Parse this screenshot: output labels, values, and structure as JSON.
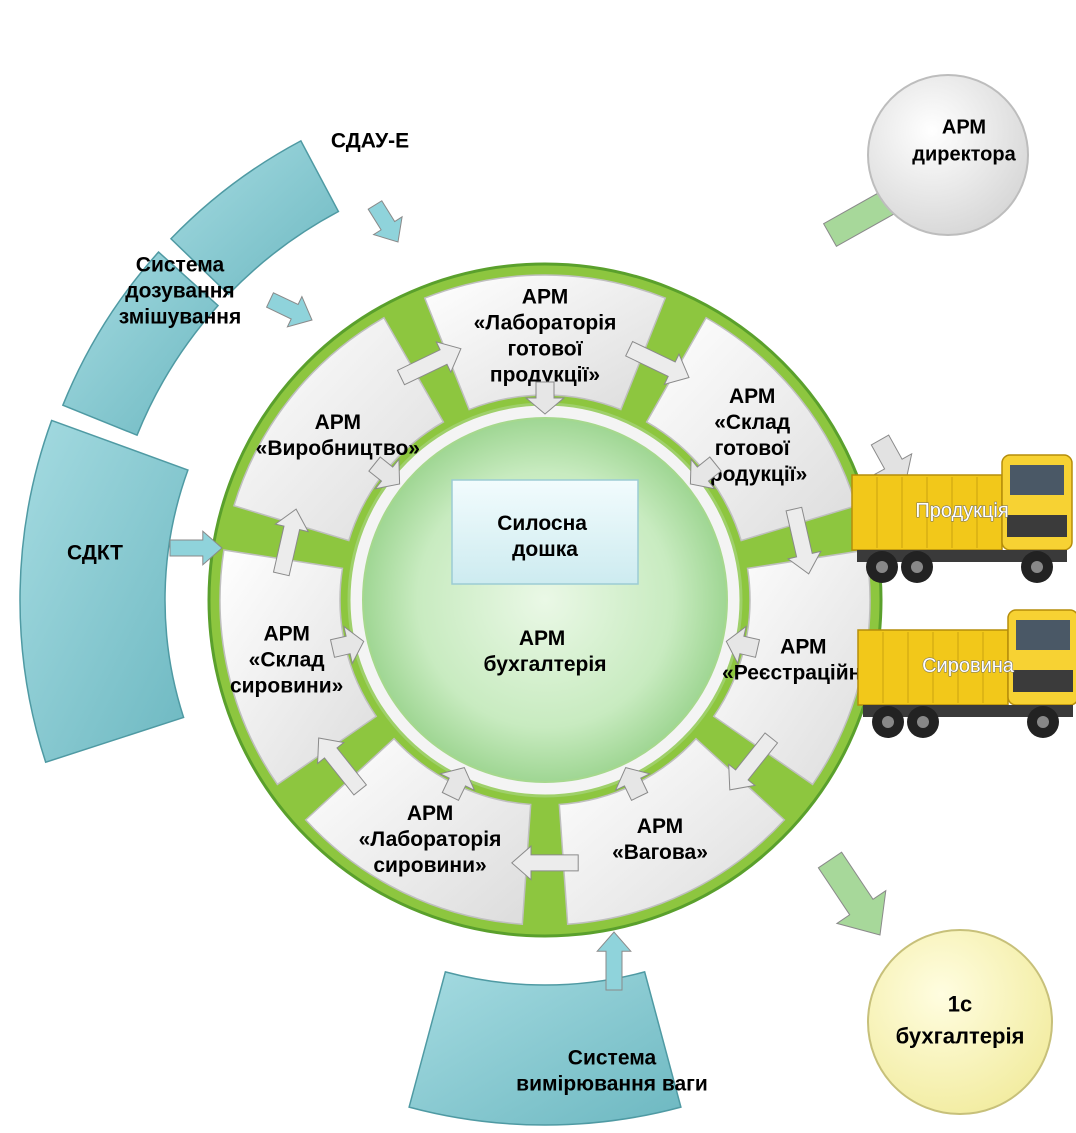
{
  "center": {
    "board": "Силосна дошка",
    "accounting": "АРМ бухгалтерія"
  },
  "workstations": [
    {
      "id": "lab-finished",
      "lines": [
        "АРМ",
        "«Лабораторія",
        "готової",
        "продукції»"
      ]
    },
    {
      "id": "warehouse-finished",
      "lines": [
        "АРМ",
        "«Склад",
        "готової",
        "продукції»"
      ]
    },
    {
      "id": "registration",
      "lines": [
        "АРМ",
        "«Реєстраційна»"
      ]
    },
    {
      "id": "weighing",
      "lines": [
        "АРМ",
        "«Вагова»"
      ]
    },
    {
      "id": "lab-raw",
      "lines": [
        "АРМ",
        "«Лабораторія",
        "сировини»"
      ]
    },
    {
      "id": "warehouse-raw",
      "lines": [
        "АРМ",
        "«Склад",
        "сировини»"
      ]
    },
    {
      "id": "production",
      "lines": [
        "АРМ",
        "«Виробництво»"
      ]
    }
  ],
  "external_systems": [
    {
      "id": "sdau",
      "lines": [
        "СДАУ-Е"
      ]
    },
    {
      "id": "dosing",
      "lines": [
        "Система",
        "дозування",
        "змішування"
      ]
    },
    {
      "id": "sdkt",
      "lines": [
        "СДКТ"
      ]
    },
    {
      "id": "weight-measurement",
      "lines": [
        "Система",
        "вимірювання ваги"
      ]
    }
  ],
  "outputs": {
    "director": [
      "АРМ",
      "директора"
    ],
    "onec": [
      "1с",
      "бухгалтерія"
    ]
  },
  "trucks": {
    "product": "Продукція",
    "raw": "Сировина"
  },
  "colors": {
    "ring_green": "#8dc63f",
    "dark_green": "#5aa02c",
    "teal": "#7fc4cc",
    "inner_green": "#c8ebc0",
    "board_fill": "#e4f7fa",
    "card_fill": "#f2f2f2",
    "truck_yellow": "#f2c81a"
  }
}
